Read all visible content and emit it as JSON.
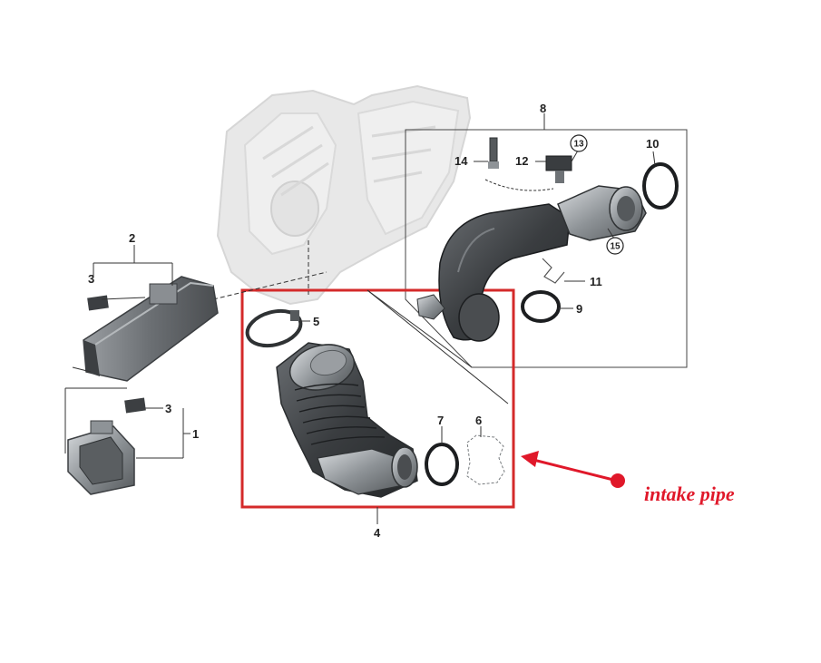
{
  "labels": {
    "p1": "1",
    "p2": "2",
    "p3a": "3",
    "p3b": "3",
    "p4": "4",
    "p5": "5",
    "p6": "6",
    "p7": "7",
    "p8": "8",
    "p9": "9",
    "p10": "10",
    "p11": "11",
    "p12": "12",
    "p13": "13",
    "p14": "14",
    "p15": "15"
  },
  "callout": {
    "text": "intake pipe",
    "color": "#e0182a"
  },
  "colors": {
    "highlight_box": "#d42a2a",
    "part_dark": "#3a3d40",
    "part_mid": "#6e7276",
    "part_light": "#b8bcbf",
    "ghost": "#e6e6e6",
    "ghost_stroke": "#d2d2d2"
  }
}
